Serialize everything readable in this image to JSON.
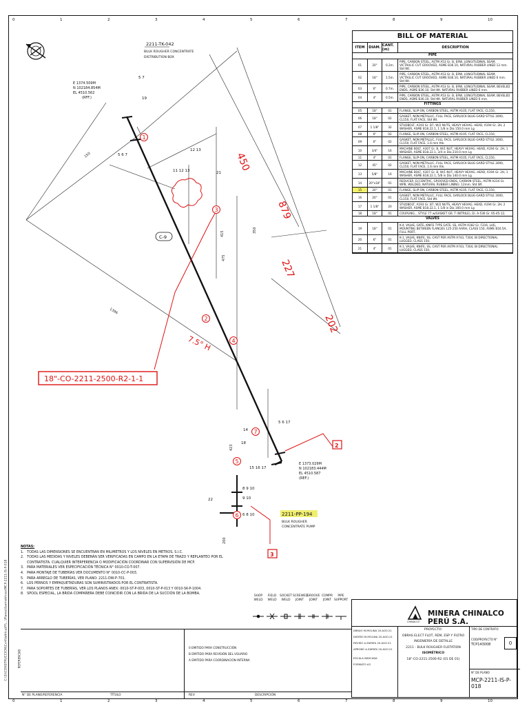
{
  "grid": {
    "top": [
      "0",
      "1",
      "2",
      "3",
      "4",
      "5",
      "6",
      "7",
      "8",
      "9",
      "10"
    ],
    "bottom": [
      "0",
      "1",
      "2",
      "3",
      "4",
      "5",
      "6",
      "7",
      "8",
      "9",
      "10"
    ]
  },
  "side_path": "C:\\3\\\\CONSTRUCCION\\Cvrt\\Isitrica\\P\\\\...\\Planos\\Isometricos\\MCP-2211-IS-P-018",
  "drawing": {
    "tank_tag": "2211-TK-042",
    "tank_desc": "BULK ROUGHER CONCENTRATE\nDISTRIBUTION BOX",
    "coord_top": [
      "E 1374.509M",
      "N 102184.854M",
      "EL 4510.562",
      "(RFF.)"
    ],
    "coord_bottom": [
      "E 1373.029M",
      "N 102183.444M",
      "EL 4510.587",
      "(REF.)"
    ],
    "pump_tag": "2211-PP-194",
    "pump_desc": "BULK ROUGHER\nCONCENTRATE PUMP",
    "line_number": "18\"-CO-2211-2500-R2-1-1",
    "slope": "7.5°",
    "slope_suffix": "H",
    "cont_ref": "C-9",
    "dims": [
      "450",
      "879",
      "227",
      "202",
      "1396",
      "150",
      "415",
      "475",
      "350",
      "423",
      "200"
    ],
    "item_tags": [
      "1",
      "2",
      "3",
      "4",
      "5",
      "6",
      "7"
    ],
    "component_labels": [
      "5 7",
      "19",
      "5 6 7",
      "12 13",
      "11 12 13",
      "21",
      "14",
      "18",
      "15 16 17",
      "8 9 10",
      "9 10",
      "22",
      "6 8 10",
      "5 6 17"
    ],
    "red_refs": [
      "2",
      "3"
    ]
  },
  "bom": {
    "title": "BILL OF MATERIAL",
    "headers": [
      "ITEM",
      "DIAM.",
      "CANT.(m)",
      "DESCRIPTION"
    ],
    "sections": [
      {
        "name": "PIPE",
        "rows": [
          {
            "item": "01",
            "diam": "20\"",
            "qty": "0.2m.",
            "desc": "PIPE, CARBON STEEL, ASTM A53 Gr. B, ERW, LONGITUDINAL SEAM, VICTAULIC CUT GROOVED, ASME B36.10, NATURAL RUBBER LINED 12 mm. Std Wt."
          },
          {
            "item": "02",
            "diam": "18\"",
            "qty": "1.5m.",
            "desc": "PIPE, CARBON STEEL, ASTM A53 Gr. B, ERW, LONGITUDINAL SEAM, VICTAULIC CUT GROOVED, ASME B36.10, NATURAL RUBBER LINED 6 mm. Std Wt."
          },
          {
            "item": "03",
            "diam": "6\"",
            "qty": "0.7m.",
            "desc": "PIPE, CARBON STEEL, ASTM A53 Gr. B, ERW, LONGITUDINAL SEAM, BEVELED ENDS, ASME B36.10, Std Wt. NATURAL RUBBER LINED 6 mm."
          },
          {
            "item": "04",
            "diam": "4\"",
            "qty": "0.5m.",
            "desc": "PIPE, CARBON STEEL, ASTM A53 Gr. B, ERW, LONGITUDINAL SEAM, BEVELED ENDS, ASME B36.10, Std Wt. NATURAL RUBBER LINED 6 mm."
          }
        ]
      },
      {
        "name": "FITTINGS",
        "rows": [
          {
            "item": "05",
            "diam": "18\"",
            "qty": "01",
            "desc": "FLANGE, SLIP-ON, CARBON STEEL, ASTM A105, FLAT FACE, CL150,"
          },
          {
            "item": "06",
            "diam": "18\"",
            "qty": "02",
            "desc": "GASKET, NON METALLIC, FULL FACE, GARLOCK BLUE-GARD STYLE 3000, CL150, FLAT FACE, Std Wt."
          },
          {
            "item": "07",
            "diam": "1 1/8\"",
            "qty": "32",
            "desc": "STUDBOLT, A193 Gr. B7, W/2 NUTS, HEAVY HEXAG. HEAD, A194 Gr. 2H, 2 WASHER, ASME B18.22.1, 1 1/8 in Dia 150.0 mm Lg"
          },
          {
            "item": "08",
            "diam": "6\"",
            "qty": "02",
            "desc": "FLANGE, SLIP-ON, CARBON STEEL, ASTM A105, FLAT FACE, CL150,"
          },
          {
            "item": "09",
            "diam": "6\"",
            "qty": "02",
            "desc": "GASKET, NON METALLIC, FULL FACE, GARLOCK BLUE-GARD STYLE 3000, CL150, FLAT FACE, 1.6 mm thk."
          },
          {
            "item": "10",
            "diam": "3/4\"",
            "qty": "16",
            "desc": "MACHINE BOLT, A307 Gr. B, W/1 NUT, HEAVY HEXAG. HEAD, A194 Gr. 2H, 1 WASHER, ASME B18.22.1, 3/4 in Dia 210.0 mm Lg"
          },
          {
            "item": "11",
            "diam": "4\"",
            "qty": "01",
            "desc": "FLANGE, SLIP-ON, CARBON STEEL, ASTM A105, FLAT FACE, CL150,"
          },
          {
            "item": "12",
            "diam": "45\"",
            "qty": "02",
            "desc": "GASKET, NON METALLIC, FULL FACE, GARLOCK BLUE-GARD STYLE 3000, CL150, FLAT FACE, 1.6 mm thk."
          },
          {
            "item": "13",
            "diam": "5/8\"",
            "qty": "16",
            "desc": "MACHINE BOLT, A307 Gr. B, W/1 NUT, HEAVY HEXAG. HEAD, A194 Gr. 2H, 1 WASHER, ASME B18.22.1, 5/8 in Dia 140.0 mm Lg"
          },
          {
            "item": "14",
            "diam": "20\"x18\"",
            "qty": "01",
            "desc": "REDUCER, ECCENTRIC, GROOVED ENDS, CARBON STEEL, ASTM A234 Gr. WPB, WELDED, NATURAL RUBBER LINING: 12mm. Std Wt."
          },
          {
            "item": "15",
            "diam": "20\"",
            "qty": "01",
            "desc": "FLANGE, SLIP-ON, CARBON STEEL, ASTM A105, FLAT FACE, CL150,",
            "hl": true
          },
          {
            "item": "16",
            "diam": "20\"",
            "qty": "01",
            "desc": "GASKET, NON METALLIC, FULL FACE, GARLOCK BLUE-GARD STYLE 3000, CL150, FLAT FACE, Std Wt."
          },
          {
            "item": "17",
            "diam": "1 1/8\"",
            "qty": "20",
            "desc": "STUDBOLT, A193 Gr. B7, W/2 NUTS, HEAVY HEXAG. HEAD, A194 Gr. 2H, 2 WASHER, ASME B18.22.1, 1 1/8 in Dia 160.0 mm Lg"
          },
          {
            "item": "18",
            "diam": "18\"",
            "qty": "01",
            "desc": "COUPLING, , STYLE 77 w/GASKET GR. T (NITRILE), Di. A-536 Gr. 65-45-12,"
          }
        ]
      },
      {
        "name": "VALVES",
        "rows": [
          {
            "item": "19",
            "diam": "18\"",
            "qty": "01",
            "desc": "K-4, VALVE, GATE, KNIFE TYPE GATE, SS, ASTM A182 Gr. F316, LUG, MOUNTING BETWEEN FLANGES 125-250 AARH, CLASS 150, ASME B16.5A, FULL PORT,"
          },
          {
            "item": "20",
            "diam": "6\"",
            "qty": "01",
            "desc": "K-1, VALVE, KNIFE, SS, CAST PER ASTM A743, T304, BI DIRECTIONAL LUGGED, CLASS 150,"
          },
          {
            "item": "21",
            "diam": "4\"",
            "qty": "01",
            "desc": "K-1, VALVE, KNIFE, SS, CAST PER ASTM A743, T304, BI DIRECTIONAL LUGGED, CLASS 150,"
          }
        ]
      }
    ]
  },
  "notes": {
    "title": "NOTAS:",
    "items": [
      "1.   TODAS LAS DIMENSIONES SE ENCUENTRAN EN MILIMETROS Y LOS NIVELES EN METROS, S.I.C.",
      "2.   TODAS LAS MEDIDAS Y NIVELES DEBERÁN SER VERIFICADAS EN CAMPO EN LA ETAPA DE TRAZO Y REPLANTEO POR EL",
      "      CONTRATISTA. CUALQUIER INTERFERENCIA O MODIFICACIÓN COORDINAR CON SUPERVISIÓN DE MCP.",
      "3.   PARA MATERIALES VER ESPECIFICACIÓN TÉCNICA N° 0010-CO-T-007.",
      "4.   PARA MONTAJE DE TUBERÍAS VER DOCUMENTO N° 0010-CC-P-003.",
      "5.   PARA ARREGLO DE TUBERÍAS, VER PLANO: 2211-DW-P-701.",
      "6.   LOS PERNOS Y EMPAQUETADURAS SON SUMINISTRADOS POR EL CONTRATISTA.",
      "7.   PARA SOPORTES DE TUBERÍAS, VER LOS PLANOS ANEX: 0010-ST-P-003, 0010-ST-P-013 Y 0010-SK-P-1004.",
      "8.   SPOOL ESPECIAL, LA BRIDA COMPAÑERA DEBE COINCIDIR CON LA BRIDA DE LA SUCCIÓN DE LA BOMBA."
    ]
  },
  "legend": [
    {
      "label": "SHOP\nWELD"
    },
    {
      "label": "FIELD\nWELD"
    },
    {
      "label": "SOCKET\nWELD"
    },
    {
      "label": "SCREWED\nJOINT"
    },
    {
      "label": "GROOVE\nJOINT"
    },
    {
      "label": "COMPR\nJOINT"
    },
    {
      "label": "PIPE\nSUPPORT"
    }
  ],
  "title_block": {
    "company": "MINERA CHINALCO PERÚ S.A.",
    "logo_text": "CHINALCO",
    "project_label": "PROYECTO:",
    "project": "OBRAS ELECT FLOT, REM, ESP Y FILTRO",
    "discipline": "INGENIERÍA DE DETALLE",
    "area": "2211 - BULK ROUGHER FLOTATION",
    "doc_type": "ISOMÉTRICO",
    "line_ref": "18\"-CO-2211-2500-R2 (01 DE 01)",
    "contract_label": "TIPO DE CONTRATO:",
    "contract_no_label": "COD/PROYECTO N°",
    "contract_no": "TCP143008",
    "plan_label": "N° DE PLANO",
    "drawing_number": "MCP-2211-IS-P-018",
    "revision": "0",
    "sign_rows": [
      {
        "role": "DIBUJO",
        "name": "M.MOLINA",
        "date": "20.AGO.21"
      },
      {
        "role": "DISEÑO",
        "name": "M.MOLINA",
        "date": "20.AGO.21"
      },
      {
        "role": "REVISÓ",
        "name": "A.ZAPATA",
        "date": "20.AGO.21"
      },
      {
        "role": "APROBÓ",
        "name": "A.ZAPATA",
        "date": "20.AGO.21"
      }
    ],
    "sign_extra": [
      "ESCALA",
      "INDICADA",
      "FORMATO",
      "A3"
    ]
  },
  "revisions": {
    "rows": [
      {
        "rev": "0",
        "desc": "EMITIDO PARA CONSTRUCCIÓN"
      },
      {
        "rev": "B",
        "desc": "EMITIDO PARA REVISIÓN DEL USUARIO"
      },
      {
        "rev": "A",
        "desc": "EMITIDO PARA COORDINACIÓN INTERNA"
      }
    ],
    "header_labels": [
      "N° DE PLANO/REFERENCIA",
      "TÍTULO",
      "DESCRIPCIÓN",
      "REV"
    ],
    "side_label": "REFERENCIAS"
  }
}
